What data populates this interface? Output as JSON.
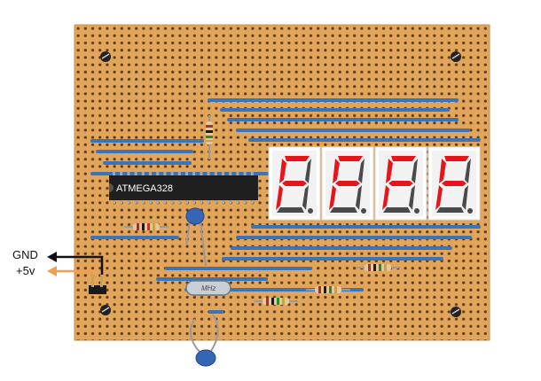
{
  "title": "",
  "chip": {
    "label": "ATMEGA328"
  },
  "crystal": {
    "label": "MHz"
  },
  "display": {
    "digits": [
      "F",
      "F",
      "F",
      "F"
    ],
    "segment_color": "#e8141c",
    "off_color": "#4a4a4a"
  },
  "power": {
    "gnd_label": "GND",
    "vcc_label": "+5v",
    "gnd_color": "#111111",
    "vcc_color": "#f0a050"
  },
  "board": {
    "color": "#e0a45a",
    "track_color": "#3d74b5"
  }
}
